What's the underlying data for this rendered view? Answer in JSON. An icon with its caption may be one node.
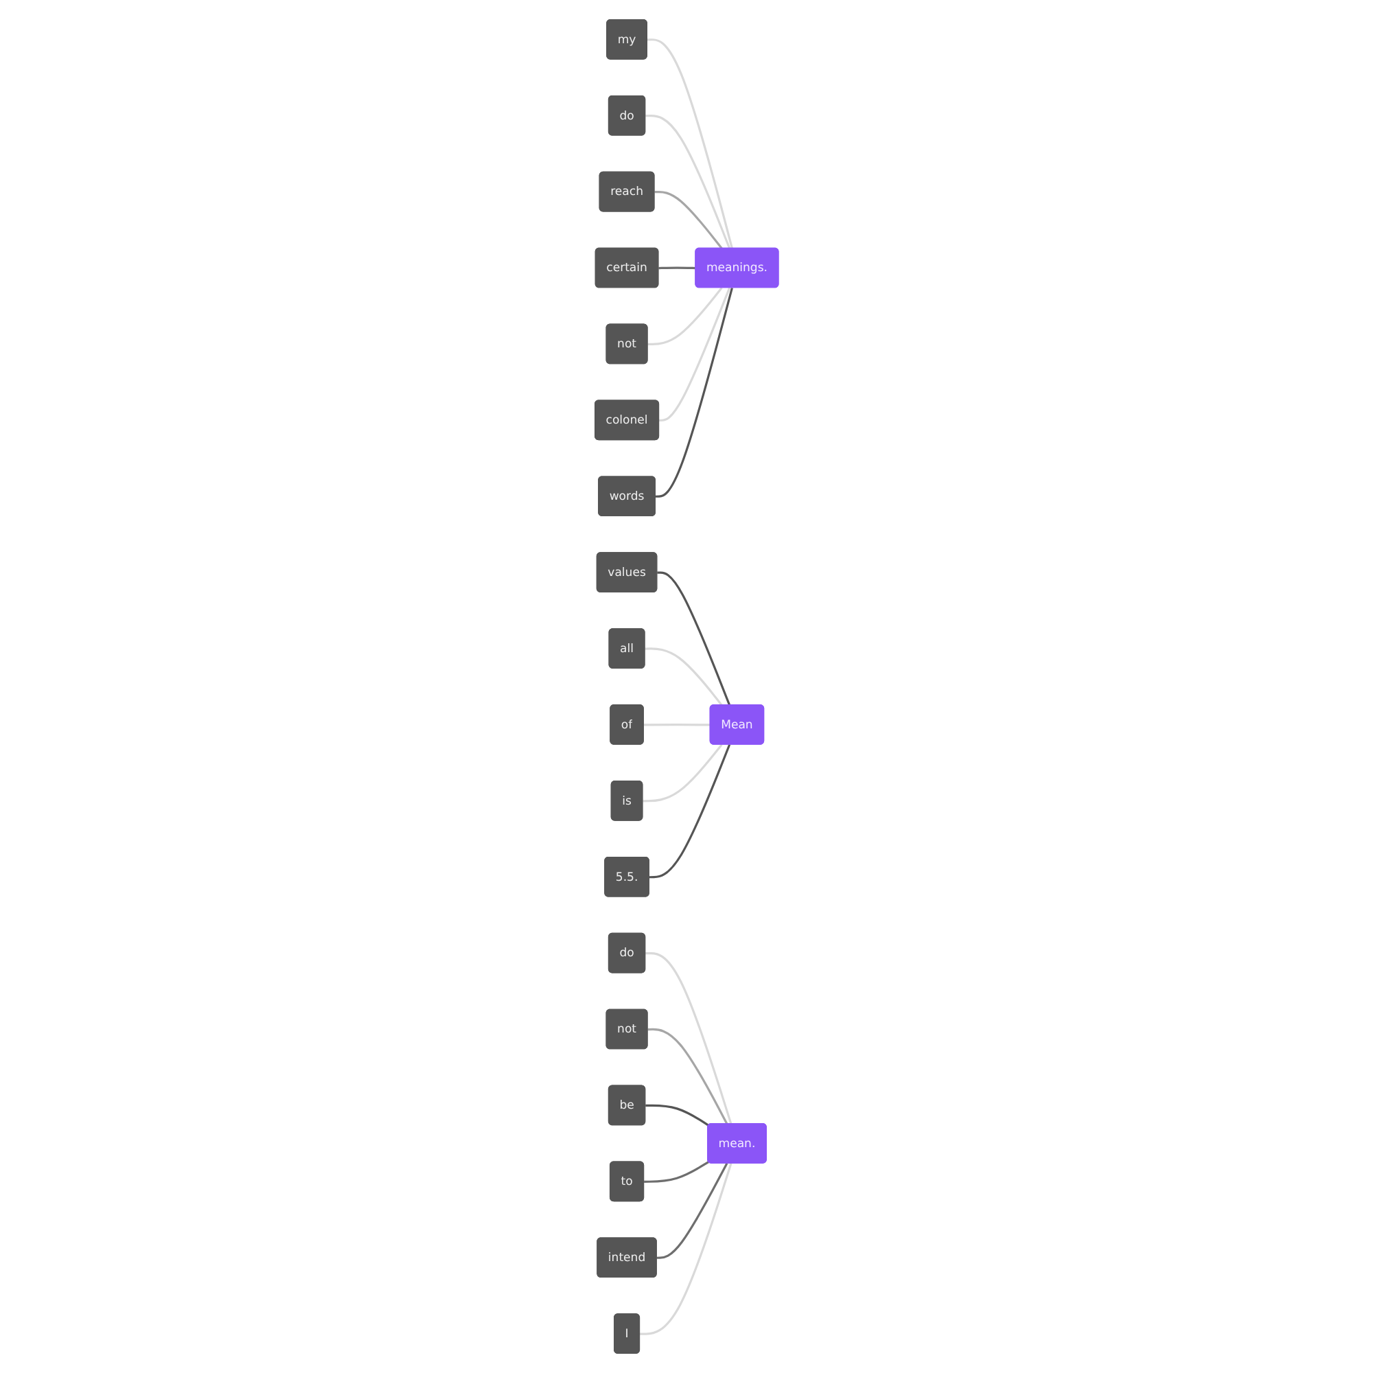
{
  "diagram": {
    "nodes": [
      {
        "text": [
          "words"
        ]
      },
      {
        "text": [
          "my"
        ]
      },
      {
        "text": [
          "colonel"
        ]
      },
      {
        "text": [
          "do"
        ]
      },
      {
        "text": [
          "not"
        ]
      },
      {
        "text": [
          "reach"
        ]
      },
      {
        "text": [
          "certain"
        ]
      },
      {
        "text": [
          "meanings."
        ]
      },
      {
        "text": [
          "Mean"
        ]
      },
      {
        "text": [
          "of"
        ]
      },
      {
        "text": [
          "all"
        ]
      },
      {
        "text": [
          "values"
        ]
      },
      {
        "text": [
          "is"
        ]
      },
      {
        "text": [
          "5.5."
        ]
      },
      {
        "text": [
          "I"
        ]
      },
      {
        "text": [
          "do"
        ]
      },
      {
        "text": [
          "not"
        ]
      },
      {
        "text": [
          "intend"
        ]
      },
      {
        "text": [
          "to"
        ]
      },
      {
        "text": [
          "be"
        ]
      },
      {
        "text": [
          "mean."
        ]
      }
    ],
    "edges": [
      {
        "from": 1,
        "to": 7,
        "arrow": "none",
        "color": "#d9d9d9"
      },
      {
        "from": 3,
        "to": 7,
        "arrow": "none",
        "color": "#d9d9d9"
      },
      {
        "from": 5,
        "to": 7,
        "arrow": "none",
        "color": "#a6a6a6"
      },
      {
        "from": 6,
        "to": 7,
        "arrow": "none",
        "color": "#6e6e6e"
      },
      {
        "from": 4,
        "to": 7,
        "arrow": "none",
        "color": "#d9d9d9"
      },
      {
        "from": 2,
        "to": 7,
        "arrow": "none",
        "color": "#d9d9d9"
      },
      {
        "from": 0,
        "to": 7,
        "arrow": "none",
        "color": "#555555"
      },
      {
        "from": 11,
        "to": 8,
        "arrow": "none",
        "color": "#555555"
      },
      {
        "from": 10,
        "to": 8,
        "arrow": "none",
        "color": "#d9d9d9"
      },
      {
        "from": 9,
        "to": 8,
        "arrow": "none",
        "color": "#d9d9d9"
      },
      {
        "from": 12,
        "to": 8,
        "arrow": "none",
        "color": "#d9d9d9"
      },
      {
        "from": 13,
        "to": 8,
        "arrow": "none",
        "color": "#555555"
      },
      {
        "from": 15,
        "to": 20,
        "arrow": "none",
        "color": "#d9d9d9"
      },
      {
        "from": 16,
        "to": 20,
        "arrow": "none",
        "color": "#a6a6a6"
      },
      {
        "from": 19,
        "to": 20,
        "arrow": "none",
        "color": "#555555"
      },
      {
        "from": 18,
        "to": 20,
        "arrow": "none",
        "color": "#6e6e6e"
      },
      {
        "from": 17,
        "to": 20,
        "arrow": "none",
        "color": "#6e6e6e"
      },
      {
        "from": 14,
        "to": 20,
        "arrow": "none",
        "color": "#d9d9d9"
      }
    ]
  }
}
